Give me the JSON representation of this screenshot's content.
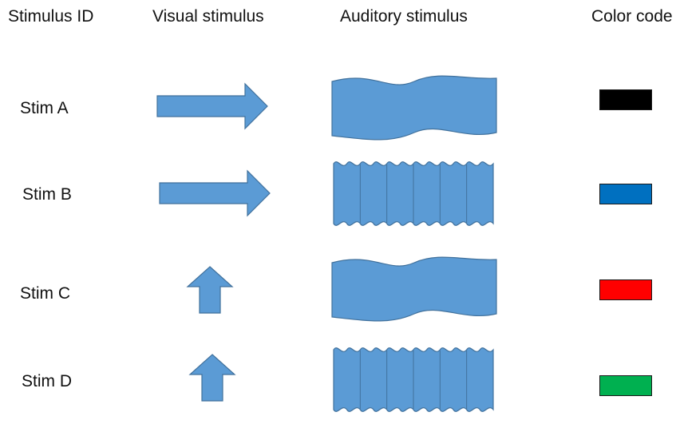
{
  "headers": {
    "id": "Stimulus ID",
    "visual": "Visual stimulus",
    "auditory": "Auditory stimulus",
    "color": "Color code"
  },
  "fill_color": "#5b9bd5",
  "stimuli": [
    {
      "label": "Stim A",
      "visual_icon": "right-arrow-icon",
      "auditory_icon": "low-frequency-wave-icon",
      "color": "#000000"
    },
    {
      "label": "Stim B",
      "visual_icon": "right-arrow-icon",
      "auditory_icon": "high-frequency-wave-icon",
      "color": "#0070c0"
    },
    {
      "label": "Stim C",
      "visual_icon": "up-arrow-icon",
      "auditory_icon": "low-frequency-wave-icon",
      "color": "#ff0000"
    },
    {
      "label": "Stim D",
      "visual_icon": "up-arrow-icon",
      "auditory_icon": "high-frequency-wave-icon",
      "color": "#00b050"
    }
  ]
}
